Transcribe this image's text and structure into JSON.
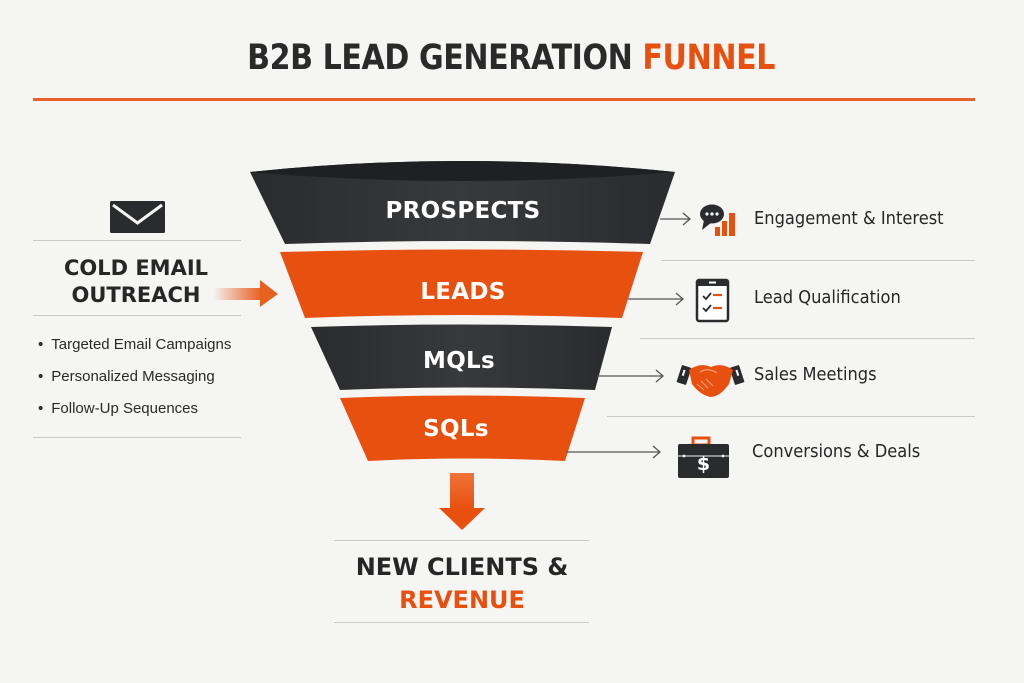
{
  "title": {
    "main": "B2B LEAD GENERATION",
    "accent": "FUNNEL"
  },
  "colors": {
    "accent": "#E8500F",
    "dark": "#2E2F31",
    "background": "#F5F5F4",
    "rule": "#C9C9C9"
  },
  "source": {
    "icon": "envelope-icon",
    "heading_line1": "COLD EMAIL",
    "heading_line2": "OUTREACH",
    "bullets": [
      "Targeted Email Campaigns",
      "Personalized Messaging",
      "Follow-Up Sequences"
    ]
  },
  "funnel": {
    "stages": [
      {
        "label": "PROSPECTS",
        "color": "#2E2F31"
      },
      {
        "label": "LEADS",
        "color": "#E8500F"
      },
      {
        "label": "MQLs",
        "color": "#2E2F31"
      },
      {
        "label": "SQLs",
        "color": "#E8500F"
      }
    ]
  },
  "outcomes": [
    {
      "icon": "chat-chart-icon",
      "label": "Engagement & Interest"
    },
    {
      "icon": "checklist-icon",
      "label": "Lead Qualification"
    },
    {
      "icon": "handshake-icon",
      "label": "Sales Meetings"
    },
    {
      "icon": "briefcase-dollar-icon",
      "label": "Conversions & Deals"
    }
  ],
  "result": {
    "line1": "NEW CLIENTS &",
    "line2": "REVENUE"
  }
}
